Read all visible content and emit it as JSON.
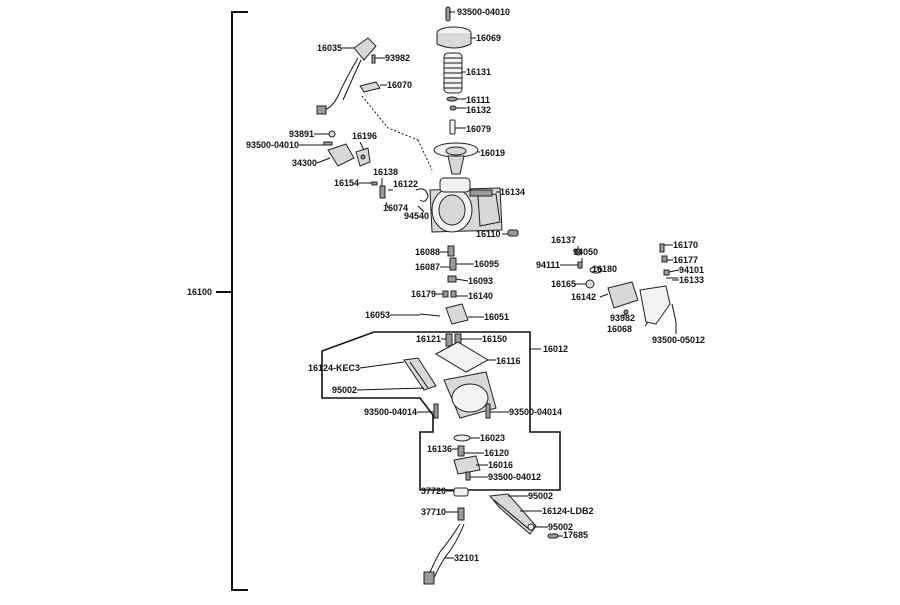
{
  "main_assembly": "16100",
  "group_a": "16012",
  "labels": [
    "93500-04010",
    "16069",
    "16131",
    "16111",
    "16132",
    "16079",
    "16019",
    "16035",
    "93982",
    "16070",
    "93891",
    "93500-04010",
    "16196",
    "34300",
    "16154",
    "16138",
    "16122",
    "16074",
    "94540",
    "16134",
    "16110",
    "16088",
    "16087",
    "16095",
    "16093",
    "16179",
    "16140",
    "16053",
    "16051",
    "16121",
    "16150",
    "16116",
    "16124-KEC3",
    "95002",
    "93500-04014",
    "93500-04014",
    "16023",
    "16136",
    "16120",
    "16016",
    "93500-04012",
    "37720",
    "37710",
    "32101",
    "95002",
    "16124-LDB2",
    "95002",
    "17685",
    "16137",
    "94050",
    "94111",
    "16180",
    "16165",
    "16142",
    "93982",
    "16068",
    "16170",
    "16177",
    "94101",
    "16133",
    "93500-05012"
  ]
}
